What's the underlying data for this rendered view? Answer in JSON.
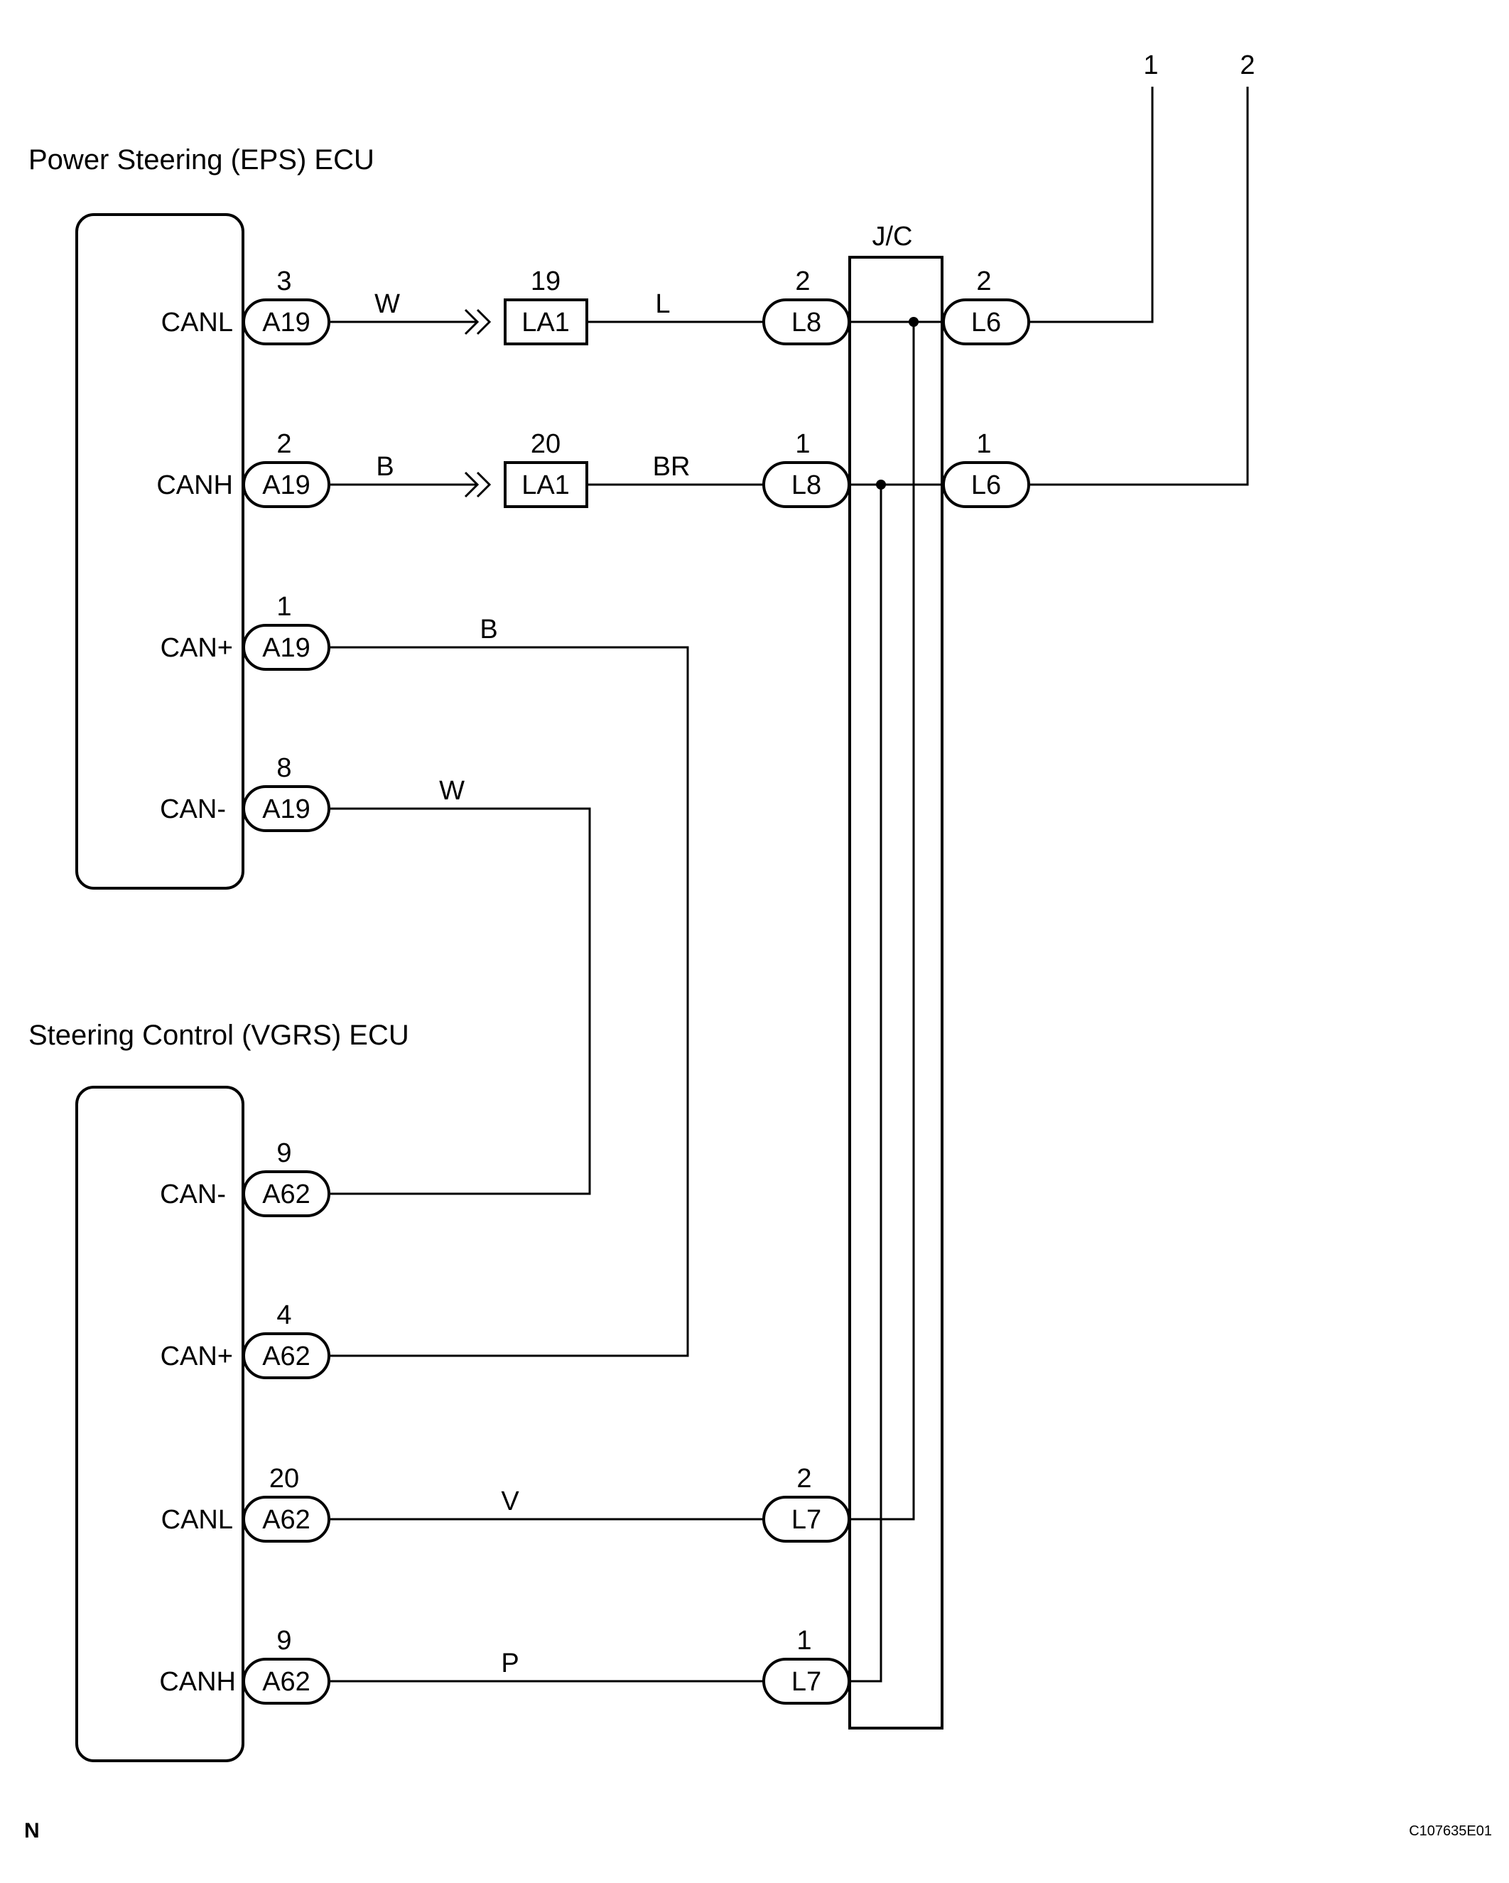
{
  "ecus": {
    "eps": {
      "title": "Power Steering (EPS) ECU",
      "pins": [
        {
          "signal": "CANL",
          "pin": "3",
          "connector": "A19"
        },
        {
          "signal": "CANH",
          "pin": "2",
          "connector": "A19"
        },
        {
          "signal": "CAN+",
          "pin": "1",
          "connector": "A19"
        },
        {
          "signal": "CAN-",
          "pin": "8",
          "connector": "A19"
        }
      ]
    },
    "vgrs": {
      "title": "Steering Control (VGRS) ECU",
      "pins": [
        {
          "signal": "CAN-",
          "pin": "9",
          "connector": "A62"
        },
        {
          "signal": "CAN+",
          "pin": "4",
          "connector": "A62"
        },
        {
          "signal": "CANL",
          "pin": "20",
          "connector": "A62"
        },
        {
          "signal": "CANH",
          "pin": "9",
          "connector": "A62"
        }
      ]
    }
  },
  "junction": {
    "label": "J/C"
  },
  "inline_connectors": [
    {
      "pin": "19",
      "connector": "LA1"
    },
    {
      "pin": "20",
      "connector": "LA1"
    }
  ],
  "jc_connectors": {
    "l8_canl": {
      "pin": "2",
      "connector": "L8"
    },
    "l8_canh": {
      "pin": "1",
      "connector": "L8"
    },
    "l6_canl": {
      "pin": "2",
      "connector": "L6"
    },
    "l6_canh": {
      "pin": "1",
      "connector": "L6"
    },
    "l7_canl": {
      "pin": "2",
      "connector": "L7"
    },
    "l7_canh": {
      "pin": "1",
      "connector": "L7"
    }
  },
  "wire_colors": {
    "eps_canl": "W",
    "eps_canh": "B",
    "la1_l8_canl": "L",
    "la1_l8_canh": "BR",
    "can_plus": "B",
    "can_minus": "W",
    "vgrs_canl": "V",
    "vgrs_canh": "P"
  },
  "outputs": [
    "1",
    "2"
  ],
  "footer": {
    "left": "N",
    "right": "C107635E01"
  }
}
